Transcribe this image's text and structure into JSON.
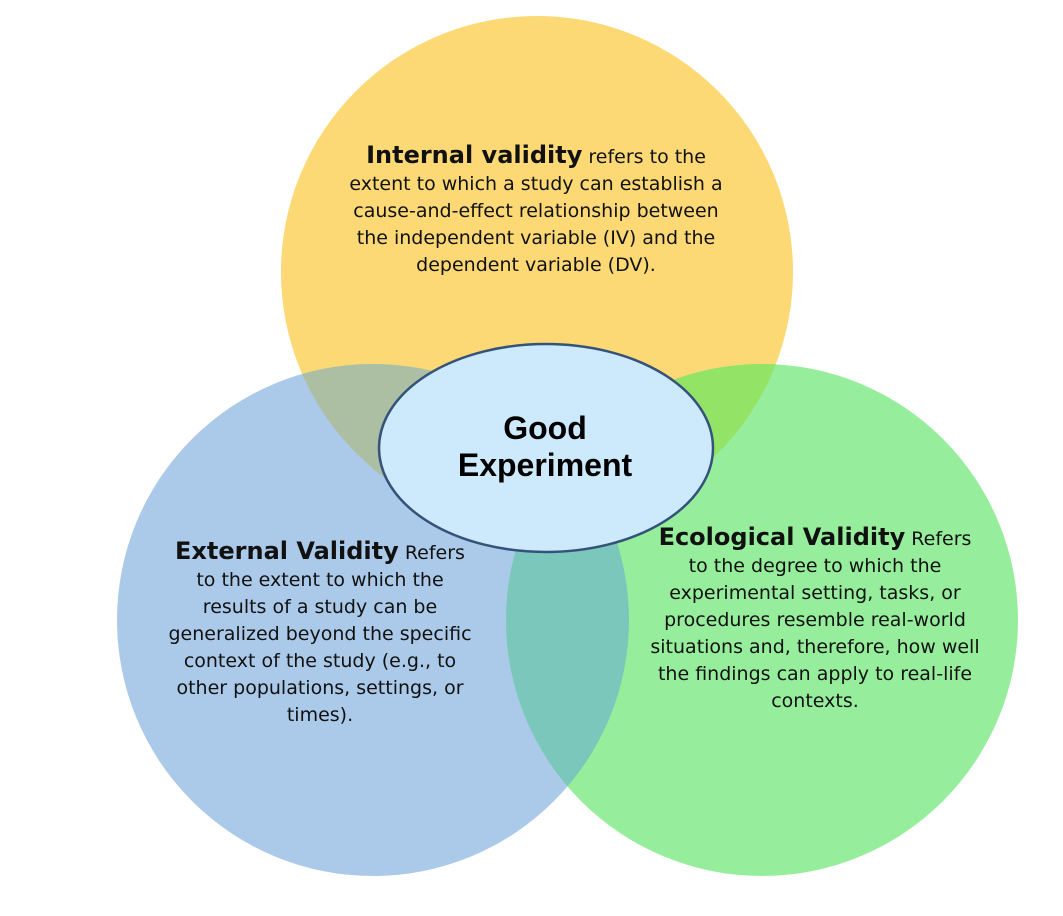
{
  "colors": {
    "internal_circle": "#FCD975",
    "external_circle": "#ABC9E8",
    "ecological_circle": "#96EE9C",
    "overlap_internal_external": "#ADBFA3",
    "overlap_internal_ecological": "#93E366",
    "overlap_external_ecological": "#7CC7BB",
    "center_ellipse_fill": "#CCEAFB",
    "center_ellipse_stroke": "#34527A"
  },
  "center": {
    "line1": "Good",
    "line2": "Experiment"
  },
  "internal": {
    "term": "Internal validity",
    "definition": "refers to the extent to which a study can establish a cause-and-effect relationship between the independent variable (IV) and the dependent variable (DV)."
  },
  "external": {
    "term": "External Validity",
    "definition": "Refers to the extent to which the results of a study can be generalized beyond the specific context of the study (e.g., to other populations, settings, or times)."
  },
  "ecological": {
    "term": "Ecological Validity",
    "definition": "Refers to the degree to which the experimental setting, tasks, or procedures resemble real-world situations and, therefore, how well the findings can apply to real-life contexts."
  }
}
